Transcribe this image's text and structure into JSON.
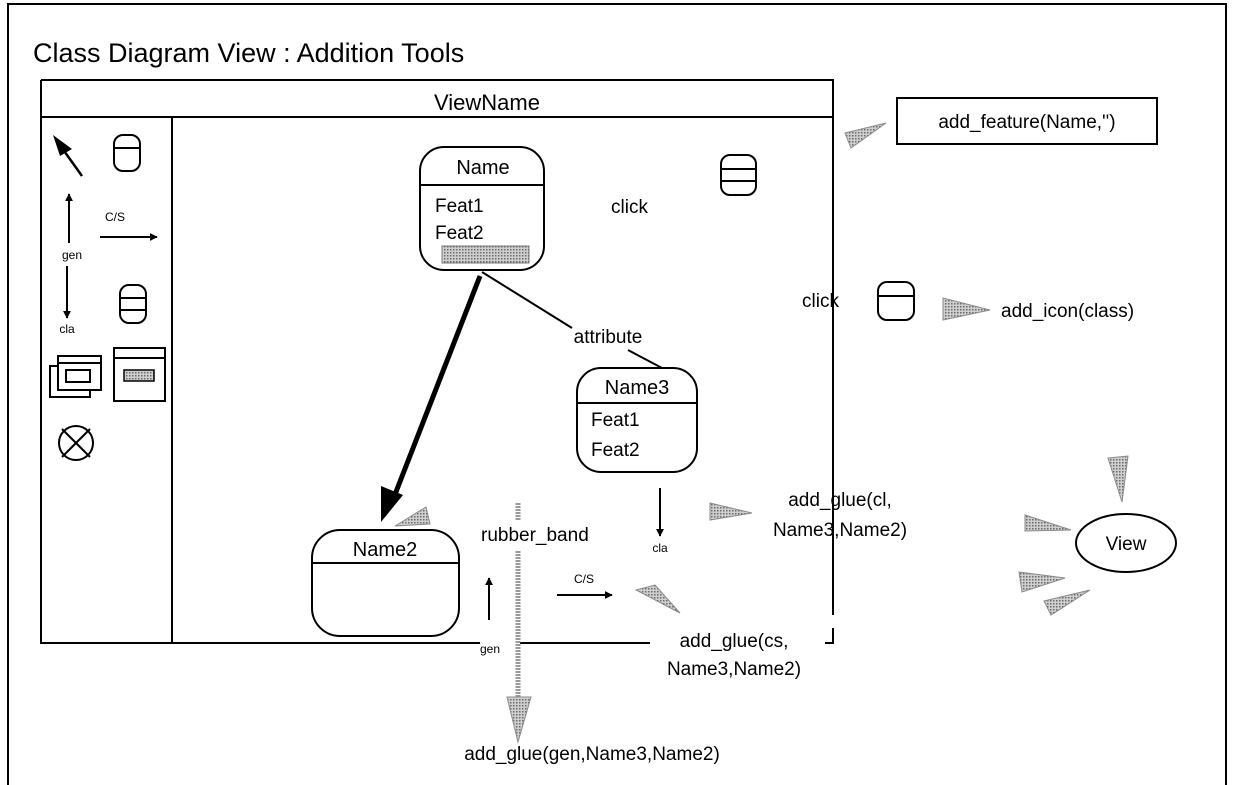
{
  "figure": {
    "title": "Class Diagram View : Addition Tools",
    "view_window_title": "ViewName"
  },
  "palette": {
    "select_icon": "select-arrow-icon",
    "class_icon": "class-box-icon",
    "gen_label": "gen",
    "cs_label": "C/S",
    "cla_label": "cla",
    "classfeature_icon": "class-with-features-icon",
    "views_icon": "nested-views-icon",
    "view_box_icon": "view-box-icon",
    "delete_icon": "delete-x-icon"
  },
  "classes": {
    "name": {
      "title": "Name",
      "features": [
        "Feat1",
        "Feat2"
      ]
    },
    "name3": {
      "title": "Name3",
      "features": [
        "Feat1",
        "Feat2"
      ]
    },
    "name2": {
      "title": "Name2",
      "features": []
    }
  },
  "labels": {
    "click_top": "click",
    "click_right": "click",
    "attribute": "attribute",
    "rubber_band": "rubber_band",
    "cla": "cla",
    "cs": "C/S",
    "gen": "gen"
  },
  "operations": {
    "add_feature": "add_feature(Name,'')",
    "add_icon": "add_icon(class)",
    "add_glue_cl_line1": "add_glue(cl,",
    "add_glue_cl_line2": "Name3,Name2)",
    "add_glue_cs_line1": "add_glue(cs,",
    "add_glue_cs_line2": "Name3,Name2)",
    "add_glue_gen": "add_glue(gen,Name3,Name2)",
    "view": "View"
  },
  "colors": {
    "ink": "#000000",
    "pointer_fill": "#9a9a9a",
    "pointer_stroke": "#6a6a6a",
    "rubber_band": "#9a9a9a"
  }
}
